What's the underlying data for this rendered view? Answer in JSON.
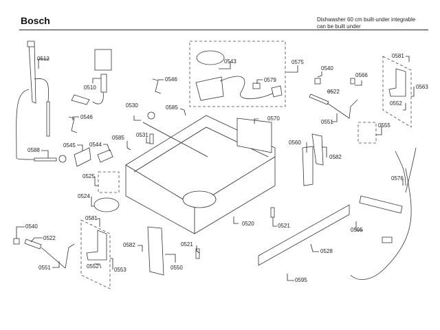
{
  "header": {
    "brand": "Bosch",
    "subtitle_line1": "Dishwasher 60 cm built-under integrable",
    "subtitle_line2": "can be built under"
  },
  "parts": [
    {
      "id": "0512"
    },
    {
      "id": "0510"
    },
    {
      "id": "0546a",
      "label": "0546"
    },
    {
      "id": "0546b",
      "label": "0546"
    },
    {
      "id": "0588"
    },
    {
      "id": "0545"
    },
    {
      "id": "0544"
    },
    {
      "id": "0585a",
      "label": "0585"
    },
    {
      "id": "0585b",
      "label": "0585"
    },
    {
      "id": "0530"
    },
    {
      "id": "0531"
    },
    {
      "id": "0543"
    },
    {
      "id": "0579"
    },
    {
      "id": "0575"
    },
    {
      "id": "0570"
    },
    {
      "id": "0540a",
      "label": "0540"
    },
    {
      "id": "0522a",
      "label": "0522"
    },
    {
      "id": "0551a",
      "label": "0551"
    },
    {
      "id": "0566"
    },
    {
      "id": "0581a",
      "label": "0581"
    },
    {
      "id": "0563"
    },
    {
      "id": "0552a",
      "label": "0552"
    },
    {
      "id": "0555"
    },
    {
      "id": "0560"
    },
    {
      "id": "0582a",
      "label": "0582"
    },
    {
      "id": "0576"
    },
    {
      "id": "0525"
    },
    {
      "id": "0524"
    },
    {
      "id": "0540b",
      "label": "0540"
    },
    {
      "id": "0522b",
      "label": "0522"
    },
    {
      "id": "0551b",
      "label": "0551"
    },
    {
      "id": "0581b",
      "label": "0581"
    },
    {
      "id": "0552b",
      "label": "0552"
    },
    {
      "id": "0553"
    },
    {
      "id": "0582b",
      "label": "0582"
    },
    {
      "id": "0550"
    },
    {
      "id": "0521a",
      "label": "0521"
    },
    {
      "id": "0521b",
      "label": "0521"
    },
    {
      "id": "0520"
    },
    {
      "id": "0595a",
      "label": "0595"
    },
    {
      "id": "0595b",
      "label": "0595"
    },
    {
      "id": "0528"
    }
  ],
  "labels": {
    "p0512": "0512",
    "p0510": "0510",
    "p0546a": "0546",
    "p0546b": "0546",
    "p0588": "0588",
    "p0545": "0545",
    "p0544": "0544",
    "p0585a": "0585",
    "p0585b": "0585",
    "p0530": "0530",
    "p0531": "0531",
    "p0543": "0543",
    "p0579": "0579",
    "p0575": "0575",
    "p0570": "0570",
    "p0540a": "0540",
    "p0522a": "0522",
    "p0551a": "0551",
    "p0566": "0566",
    "p0581a": "0581",
    "p0563": "0563",
    "p0552a": "0552",
    "p0555": "0555",
    "p0560": "0560",
    "p0582a": "0582",
    "p0576": "0576",
    "p0525": "0525",
    "p0524": "0524",
    "p0540b": "0540",
    "p0522b": "0522",
    "p0551b": "0551",
    "p0581b": "0581",
    "p0552b": "0552",
    "p0553": "0553",
    "p0582b": "0582",
    "p0550": "0550",
    "p0521a": "0521",
    "p0521b": "0521",
    "p0520": "0520",
    "p0595a": "0595",
    "p0595b": "0595",
    "p0528": "0528"
  }
}
